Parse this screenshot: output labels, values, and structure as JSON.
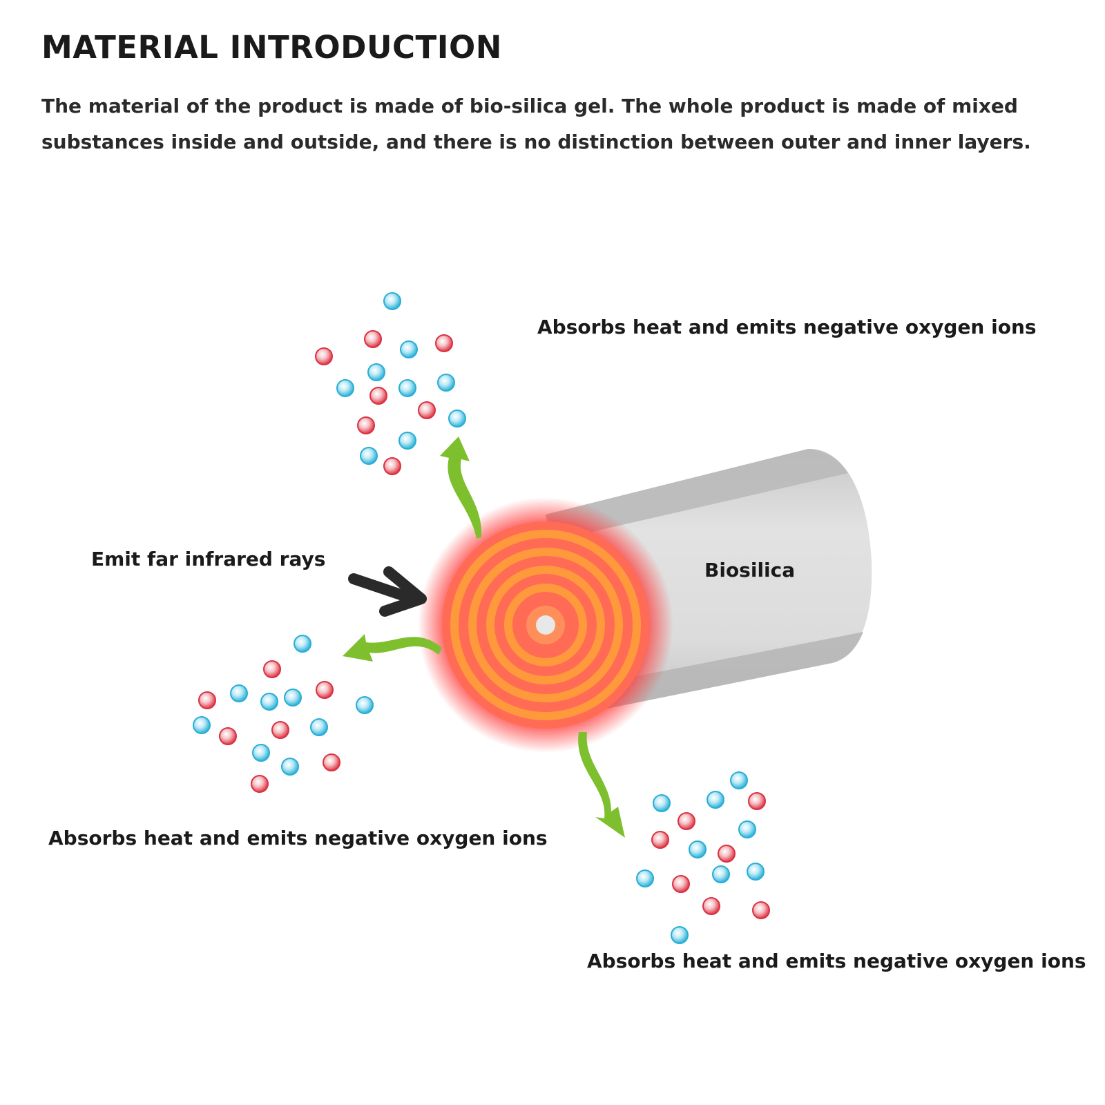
{
  "header": {
    "title": "MATERIAL INTRODUCTION",
    "description": "The material of the product is made of bio-silica gel. The whole product is made of mixed substances inside and outside, and there is no distinction between outer and inner layers."
  },
  "diagram": {
    "labels": {
      "top_right": "Absorbs heat and emits negative oxygen ions",
      "left_arrow": "Emit far infrared rays",
      "cylinder": "Biosilica",
      "bottom_left": "Absorbs heat and emits negative oxygen ions",
      "bottom_right": "Absorbs heat and emits negative oxygen ions"
    },
    "colors": {
      "negative_ion": "#35b9dc",
      "positive_ion": "#e2404f",
      "flow_arrow": "#7ebf2e",
      "infrared_arrow": "#2a2a2a",
      "heat_ring": "#ff8a3a",
      "heat_glow": "#ff3b3b",
      "cylinder": "#d8d8d8"
    },
    "icons": [
      "infrared-arrow-icon",
      "flow-arrow-icon",
      "ion-particle-icon"
    ]
  }
}
